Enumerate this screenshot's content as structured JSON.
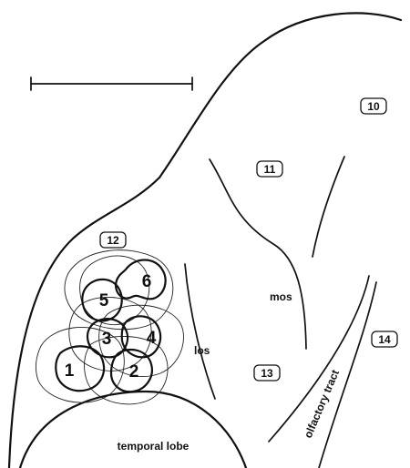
{
  "area_labels": {
    "a10": "10",
    "a11": "11",
    "a12": "12",
    "a13": "13",
    "a14": "14"
  },
  "blob_labels": {
    "b1": "1",
    "b2": "2",
    "b3": "3",
    "b4": "4",
    "b5": "5",
    "b6": "6"
  },
  "structure_labels": {
    "mos": "mos",
    "los": "los",
    "olfactory_tract": "olfactory tract",
    "temporal_lobe": "temporal lobe"
  }
}
